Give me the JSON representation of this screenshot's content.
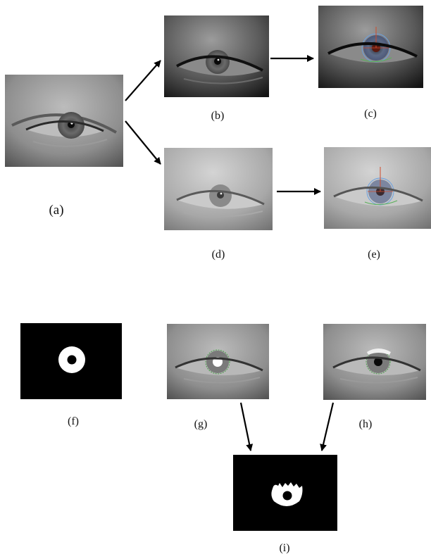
{
  "figure": {
    "panels": {
      "a": {
        "label": "(a)"
      },
      "b": {
        "label": "(b)"
      },
      "c": {
        "label": "(c)"
      },
      "d": {
        "label": "(d)"
      },
      "e": {
        "label": "(e)"
      },
      "f": {
        "label": "(f)"
      },
      "g": {
        "label": "(g)"
      },
      "h": {
        "label": "(h)"
      },
      "i": {
        "label": "(i)"
      }
    }
  }
}
